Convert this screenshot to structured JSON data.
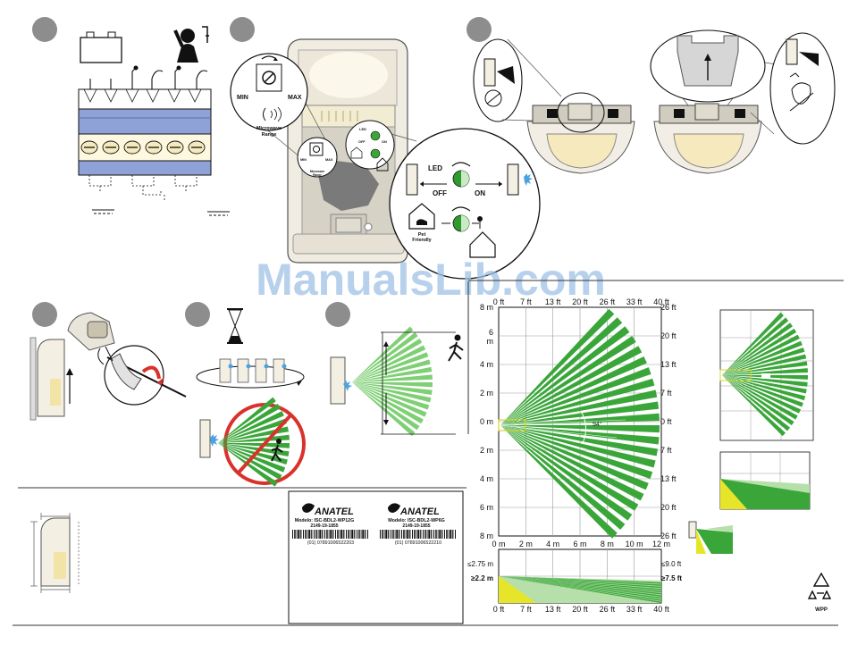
{
  "watermark": "ManualsLib.com",
  "step2": {
    "min": "MIN",
    "max": "MAX",
    "microwave_range": [
      "Microwave",
      "Range"
    ],
    "small_min": "MIN",
    "small_max": "MAX",
    "small_range": [
      "Microwave",
      "Range"
    ],
    "small_led": "LED",
    "small_off": "OFF",
    "small_on": "ON",
    "led": "LED",
    "off": "OFF",
    "on": "ON",
    "pet_friendly": [
      "Pet",
      "Friendly"
    ]
  },
  "coverage": {
    "top_ft": [
      "0 ft",
      "7 ft",
      "13 ft",
      "20 ft",
      "26 ft",
      "33 ft",
      "40 ft"
    ],
    "bottom_m": [
      "0 m",
      "2 m",
      "4 m",
      "6 m",
      "8 m",
      "10 m",
      "12 m"
    ],
    "left_m": [
      "8 m",
      "6\nm",
      "4 m",
      "2 m",
      "0 m",
      "2 m",
      "4 m",
      "6 m",
      "8 m"
    ],
    "right_ft": [
      "26 ft",
      "20 ft",
      "13 ft",
      "7 ft",
      "0 ft",
      "7 ft",
      "13 ft",
      "20 ft",
      "26 ft"
    ],
    "angle": "94°",
    "side_left_top": "≤2.75 m",
    "side_left_bottom": "≥2.2 m",
    "side_right_top": "≤9.0 ft",
    "side_right_bottom": "≥7.5 ft",
    "side_bottom_ft": [
      "0 ft",
      "7 ft",
      "13 ft",
      "20 ft",
      "26 ft",
      "33 ft",
      "40 ft"
    ]
  },
  "anatel": [
    {
      "brand": "ANATEL",
      "model": "Modelo: ISC-BDL2-WP12G",
      "code": "2149-19-1855",
      "barcode": "(01) 07891006522203"
    },
    {
      "brand": "ANATEL",
      "model": "Modelo: ISC-BDL2-WP6G",
      "code": "2149-19-1855",
      "barcode": "(01) 07891006522210"
    }
  ],
  "recycle": "WPP",
  "colors": {
    "green": "#3aa63a",
    "light_green": "#a6d79a",
    "yellow": "#e7e52a",
    "blue_band": "#93a6d6",
    "panel_blue": "#a8b8e3",
    "red": "#d9322b",
    "watermark": "#9fc2e6"
  }
}
